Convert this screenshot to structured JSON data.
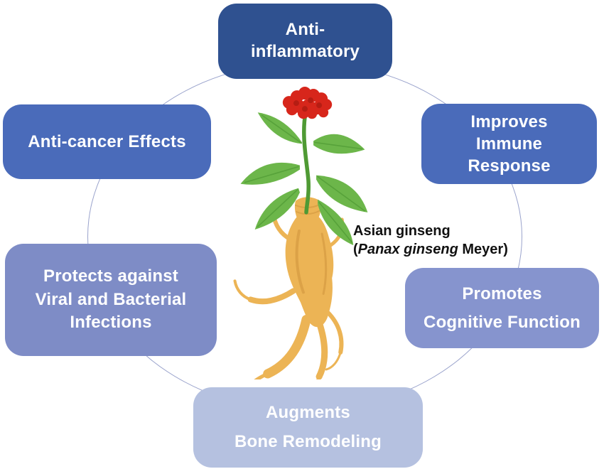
{
  "figure_subject": "Health benefits of Asian ginseng",
  "benefits": [
    {
      "id": "anti-inflammatory",
      "lines": [
        "Anti-",
        "inflammatory"
      ],
      "color": "#2f5190"
    },
    {
      "id": "anti-cancer",
      "lines": [
        "Anti-cancer Effects"
      ],
      "color": "#4a6bba"
    },
    {
      "id": "immune-response",
      "lines": [
        "Improves",
        "Immune",
        "Response"
      ],
      "color": "#4a6bba"
    },
    {
      "id": "infections",
      "lines": [
        "Protects against",
        "Viral and Bacterial",
        "Infections"
      ],
      "color": "#7e8cc6"
    },
    {
      "id": "cognitive-function",
      "lines": [
        "Promotes",
        "Cognitive Function"
      ],
      "color": "#8694ce"
    },
    {
      "id": "bone-remodeling",
      "lines": [
        "Augments",
        "Bone Remodeling"
      ],
      "color": "#b5c1e0"
    }
  ],
  "center_label": {
    "line1": "Asian ginseng",
    "line2_prefix": "(",
    "line2_italic": "Panax ginseng",
    "line2_suffix": " Meyer)"
  },
  "illustration": {
    "name": "asian-ginseng-plant",
    "colors": {
      "berry": "#d7261b",
      "berry_dark": "#b01c12",
      "leaf": "#6cb64a",
      "leaf_dark": "#4f9a34",
      "stem": "#4f9a34",
      "root": "#ecb455",
      "root_shade": "#cf943c"
    }
  },
  "canvas": {
    "background": "#ffffff",
    "ring_color": "#9aa3cc",
    "box_text_color": "#ffffff",
    "label_text_color": "#111111"
  }
}
